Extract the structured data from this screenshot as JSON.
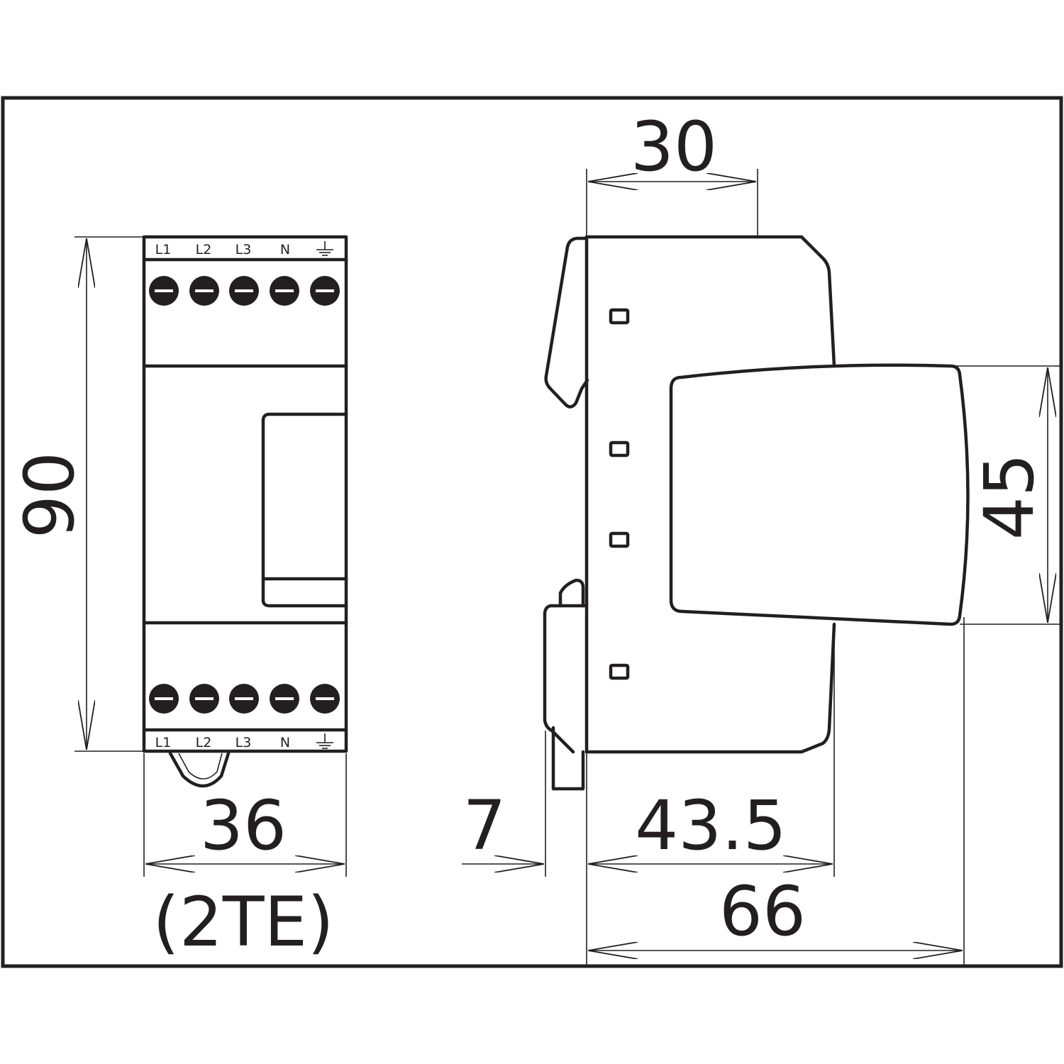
{
  "front_view": {
    "terminals_top": [
      "L1",
      "L2",
      "L3",
      "N"
    ],
    "terminals_bottom": [
      "L1",
      "L2",
      "L3",
      "N"
    ],
    "ground_symbol": "earth-ground-icon",
    "height_label": "90",
    "width_label": "36",
    "width_sub_label": "(2TE)"
  },
  "side_view": {
    "top_width_label": "30",
    "front_height_label": "45",
    "rail_label": "7",
    "body_depth_label": "43.5",
    "total_depth_label": "66"
  },
  "colors": {
    "line": "#231f20",
    "background": "#ffffff"
  }
}
